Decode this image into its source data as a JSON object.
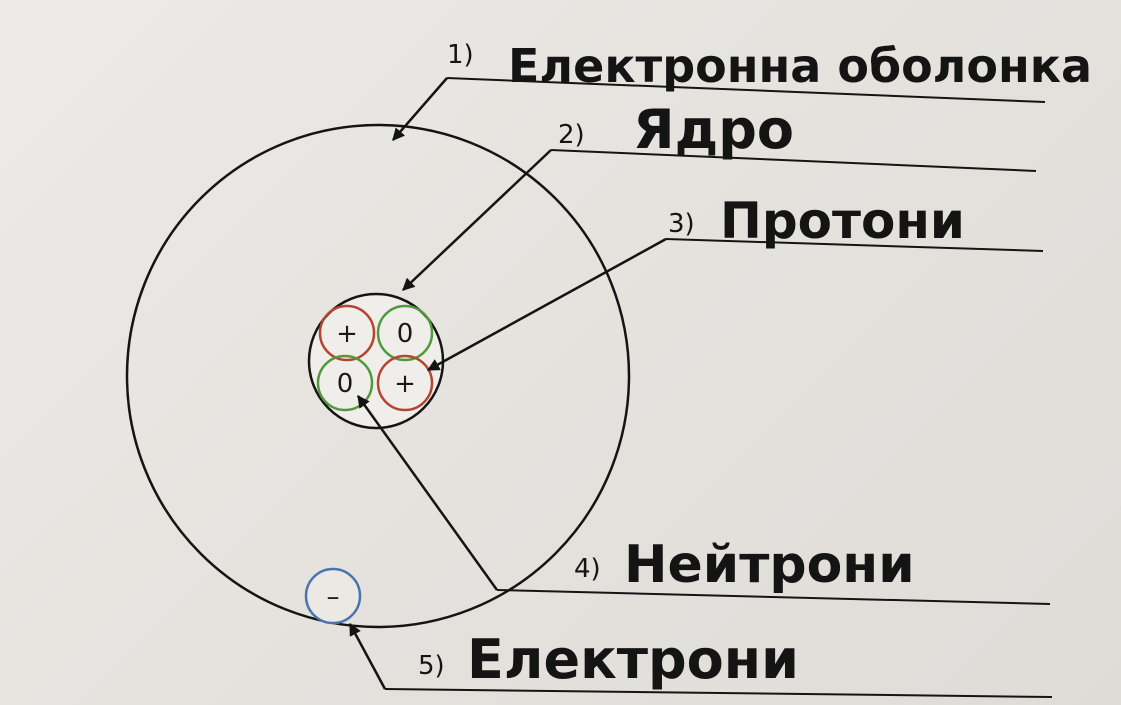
{
  "labels": [
    {
      "number": "1)",
      "text": "Електронна оболонка"
    },
    {
      "number": "2)",
      "text": "Ядро"
    },
    {
      "number": "3)",
      "text": "Протони"
    },
    {
      "number": "4)",
      "text": "Нейтрони"
    },
    {
      "number": "5)",
      "text": "Електрони"
    }
  ],
  "particles": {
    "proton_sign": "+",
    "neutron_sign": "0",
    "electron_sign": "–"
  },
  "colors": {
    "proton": "#b5452f",
    "neutron": "#4f9a3c",
    "electron": "#4a74b0",
    "line": "#141414"
  }
}
